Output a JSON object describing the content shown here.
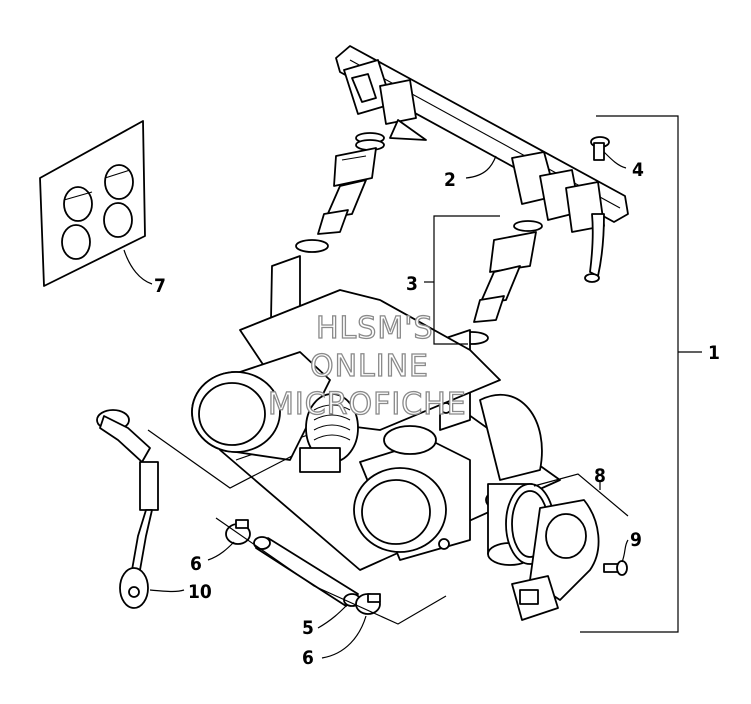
{
  "callouts": [
    {
      "id": "1",
      "text": "1"
    },
    {
      "id": "2",
      "text": "2"
    },
    {
      "id": "3",
      "text": "3"
    },
    {
      "id": "4",
      "text": "4"
    },
    {
      "id": "5",
      "text": "5"
    },
    {
      "id": "6a",
      "text": "6"
    },
    {
      "id": "6b",
      "text": "6"
    },
    {
      "id": "7",
      "text": "7"
    },
    {
      "id": "8",
      "text": "8"
    },
    {
      "id": "9",
      "text": "9"
    },
    {
      "id": "10",
      "text": "10"
    }
  ],
  "watermark": {
    "line1": "HLSM'S",
    "line2": "ONLINE",
    "line3": "MICROFICHE"
  }
}
